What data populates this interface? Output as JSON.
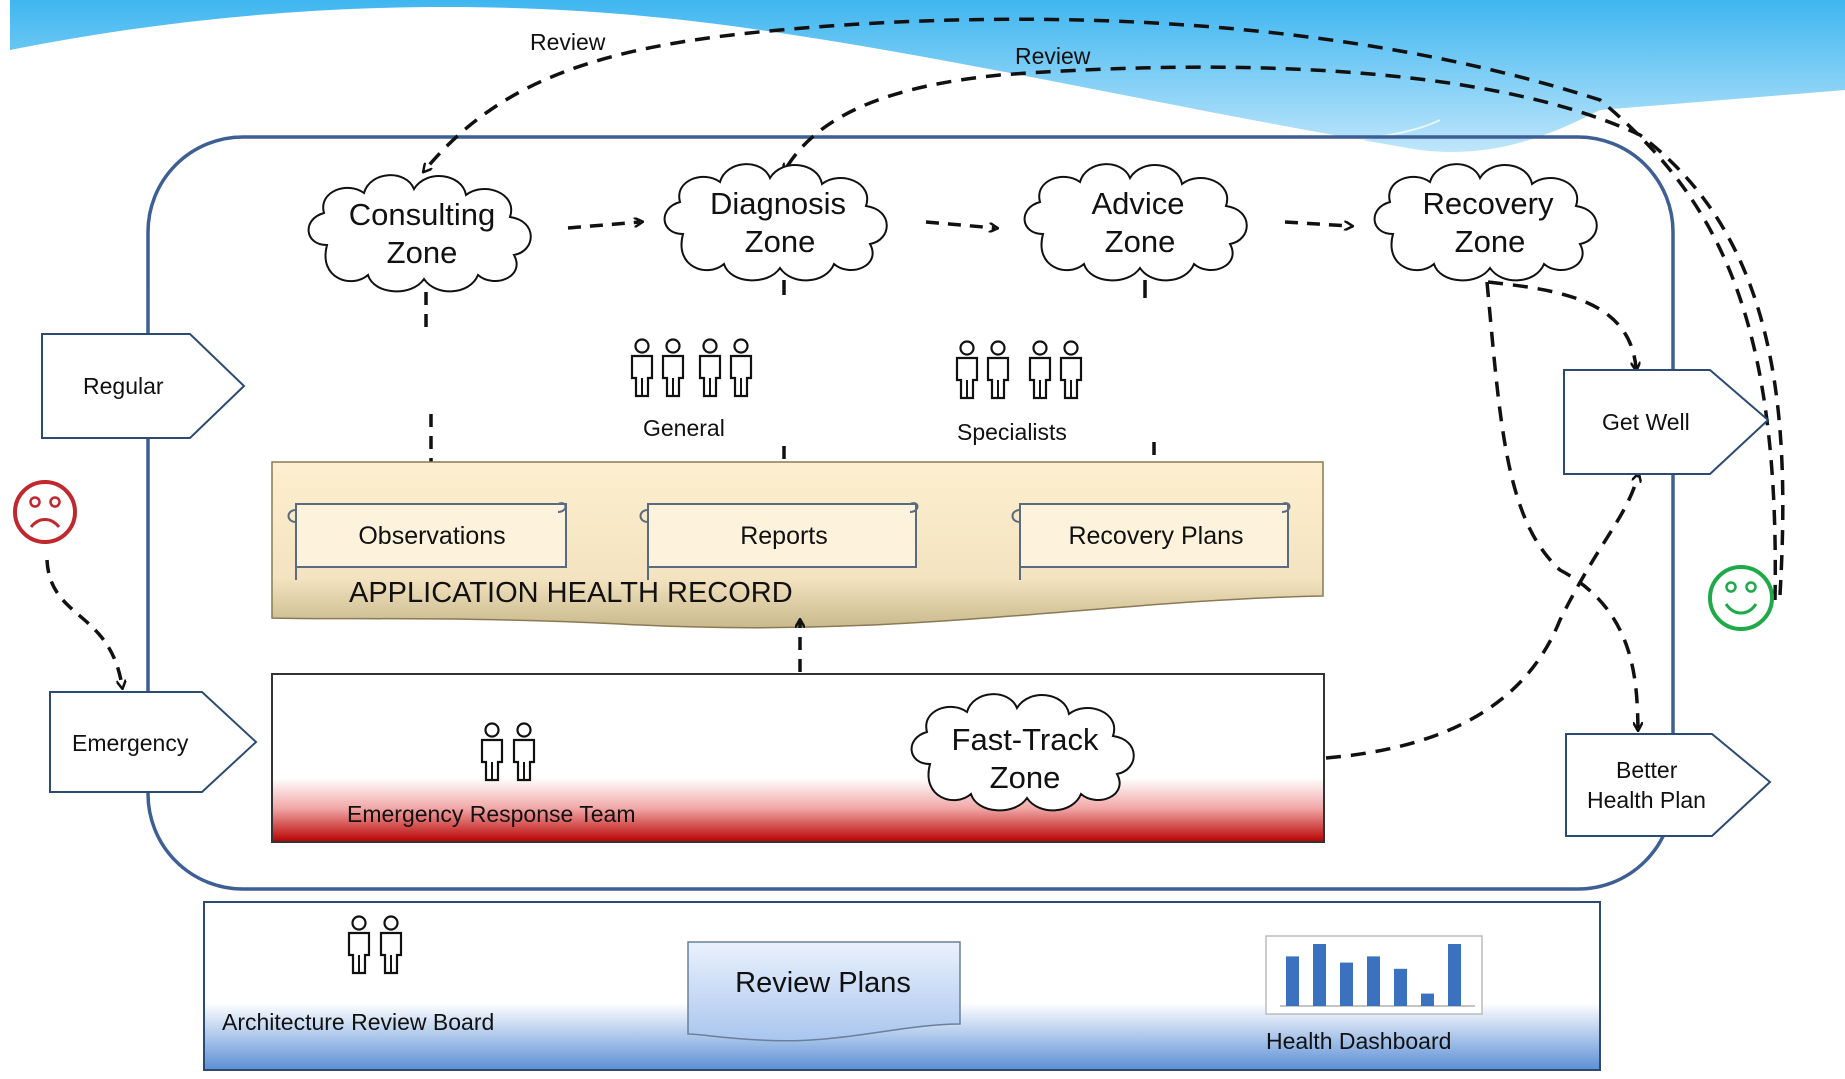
{
  "review_labels": [
    "Review",
    "Review"
  ],
  "zones": [
    {
      "line1": "Consulting",
      "line2": "Zone"
    },
    {
      "line1": "Diagnosis",
      "line2": "Zone"
    },
    {
      "line1": "Advice",
      "line2": "Zone"
    },
    {
      "line1": "Recovery",
      "line2": "Zone"
    }
  ],
  "inputs": {
    "regular": "Regular",
    "emergency": "Emergency"
  },
  "teams": {
    "general": "General",
    "specialists": "Specialists",
    "emergency": "Emergency Response Team"
  },
  "record": {
    "title": "APPLICATION HEALTH RECORD",
    "items": [
      "Observations",
      "Reports",
      "Recovery Plans"
    ]
  },
  "fast_track": {
    "line1": "Fast-Track",
    "line2": "Zone"
  },
  "outputs": {
    "get_well": "Get Well",
    "better_line1": "Better",
    "better_line2": "Health Plan"
  },
  "governance": {
    "board": "Architecture Review Board",
    "plans": "Review Plans",
    "dashboard": "Health Dashboard"
  },
  "dashboard_bars": [
    8,
    10,
    7,
    8,
    6,
    2,
    10
  ],
  "colors": {
    "frame": "#3d5f94",
    "sad": "#c0282e",
    "happy": "#1faa4a",
    "bar": "#3a72c0"
  },
  "icons": {
    "sad_face": "sad-face-icon",
    "happy_face": "happy-face-icon",
    "people": "people-icon"
  }
}
